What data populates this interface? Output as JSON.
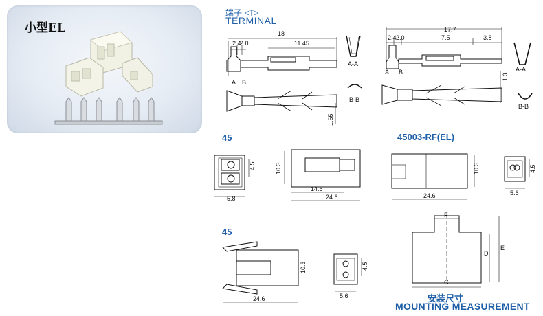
{
  "photo": {
    "label": "小型EL"
  },
  "terminal": {
    "title_cn": "端子 <T>",
    "title_en": "TERMINAL"
  },
  "left_terminal": {
    "dims": {
      "overall": "18",
      "d1": "2.4",
      "d2": "2.0",
      "d3": "11.45",
      "h": "1.65"
    },
    "sections": {
      "aa": "A-A",
      "bb": "B-B",
      "a": "A",
      "b": "B"
    }
  },
  "right_terminal": {
    "dims": {
      "overall": "17.7",
      "d1": "2.4",
      "d2": "2.0",
      "d3": "7.5",
      "d4": "3.8",
      "h": "1.3"
    },
    "sections": {
      "aa": "A-A",
      "bb": "B-B",
      "a": "A",
      "b": "B"
    }
  },
  "housing1": {
    "prefix": "45",
    "dims": {
      "w": "5.8",
      "h": "4.5",
      "h2": "10.3",
      "len1": "14.6",
      "len2": "24.6"
    }
  },
  "housing2": {
    "title": "45003-RF(EL)",
    "dims": {
      "h2": "10.3",
      "len": "24.6",
      "h": "4.5",
      "w": "5.6"
    }
  },
  "housing3": {
    "prefix": "45",
    "dims": {
      "h2": "10.3",
      "len": "24.6",
      "h": "4.5",
      "w": "5.6"
    }
  },
  "mounting": {
    "title_cn": "安装尺寸",
    "title_en": "MOUNTING MEASUREMENT",
    "labels": {
      "f": "F",
      "d": "D",
      "e": "E",
      "c": "C"
    }
  },
  "colors": {
    "accent": "#1f5fa8",
    "line": "#111111"
  }
}
